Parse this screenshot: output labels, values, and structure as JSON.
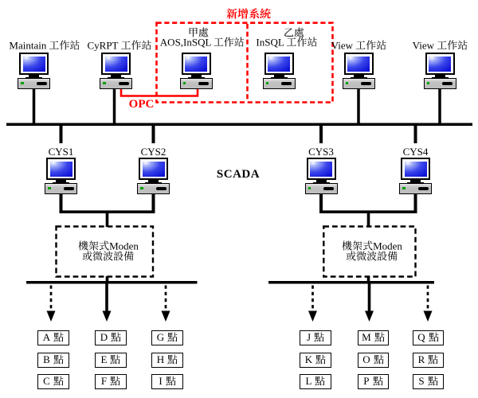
{
  "diagram": {
    "background": "#ffffff",
    "colors": {
      "line": "#000000",
      "accent_red": "#ff0000",
      "screen_blue": "#2222dd",
      "case_gray": "#c9c9c9",
      "led_green": "#00a000"
    },
    "new_system": {
      "title": "新增系統"
    },
    "opc": {
      "label": "OPC"
    },
    "scada": {
      "label": "SCADA"
    },
    "workstations": [
      {
        "name": "Maintain 工作站",
        "latin": "Maintain ",
        "cjk": "工作站"
      },
      {
        "name": "CyRPT 工作站",
        "latin": "CyRPT ",
        "cjk": "工作站"
      },
      {
        "name": "甲處 AOS,InSQL 工作站",
        "top_cjk": "甲處",
        "latin": "AOS,InSQL ",
        "cjk": "工作站"
      },
      {
        "name": "乙處 InSQL 工作站",
        "top_cjk": "乙處",
        "latin": "InSQL ",
        "cjk": "工作站"
      },
      {
        "name": "View 工作站",
        "latin": "View ",
        "cjk": "工作站"
      },
      {
        "name": "View 工作站",
        "latin": "View ",
        "cjk": "工作站"
      }
    ],
    "scada_computers": [
      "CYS1",
      "CYS2",
      "CYS3",
      "CYS4"
    ],
    "modem_box": {
      "label": "機架式Moden 或微波設備",
      "line1_cjk": "機架式",
      "line1_latin": "Moden",
      "line2_cjk": "或微波設備"
    },
    "point_suffix": "點",
    "point_groups": [
      {
        "columns": [
          [
            "A",
            "B",
            "C"
          ],
          [
            "D",
            "E",
            "F"
          ],
          [
            "G",
            "H",
            "I"
          ]
        ]
      },
      {
        "columns": [
          [
            "J",
            "K",
            "L"
          ],
          [
            "M",
            "O",
            "P"
          ],
          [
            "Q",
            "R",
            "S"
          ]
        ]
      }
    ]
  }
}
